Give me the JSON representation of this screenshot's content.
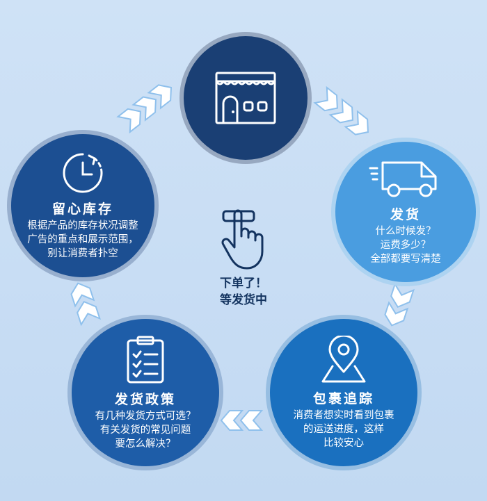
{
  "center": {
    "line1": "下单了！",
    "line2": "等发货中",
    "icon": "finger-press-button-icon"
  },
  "nodes": {
    "store": {
      "icon": "storefront-icon"
    },
    "inventory": {
      "icon": "clock-refresh-icon",
      "title": "留心库存",
      "lines": [
        "根据产品的库存状况调整",
        "广告的重点和展示范围，",
        "别让消费者扑空"
      ]
    },
    "shipping": {
      "icon": "delivery-van-icon",
      "title": "发货",
      "lines": [
        "什么时候发？",
        "运费多少？",
        "全部都要写清楚"
      ]
    },
    "tracking": {
      "icon": "map-pin-icon",
      "title": "包裹追踪",
      "lines": [
        "消费者想实时看到包裹",
        "的运送进度，这样",
        "比较安心"
      ]
    },
    "policy": {
      "icon": "clipboard-checklist-icon",
      "title": "发货政策",
      "lines": [
        "有几种发货方式可选？",
        "有关发货的常见问题",
        "要怎么解决？"
      ]
    }
  },
  "colors": {
    "background": "#c9def4",
    "store": "#1a3f74",
    "inventory": "#1c4f92",
    "shipping": "#4a9de0",
    "tracking": "#1a70bf",
    "policy": "#1e5da8",
    "arrow": "#7eb3e6"
  }
}
